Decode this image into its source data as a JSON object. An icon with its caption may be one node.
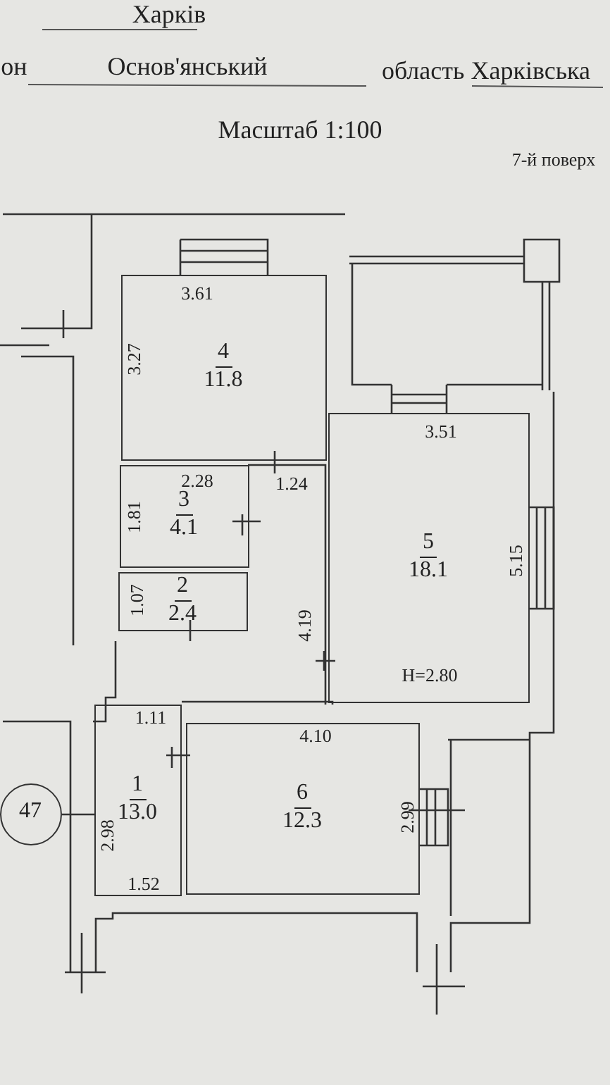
{
  "diagram": {
    "nodes": [
      {
        "text": [
          "4",
          "11.8"
        ]
      },
      {
        "text": [
          "3",
          "4.1"
        ]
      },
      {
        "text": [
          "5",
          "18.1"
        ]
      },
      {
        "text": [
          "2",
          "2.4"
        ]
      },
      {
        "text": [
          "47"
        ]
      },
      {
        "text": [
          "1",
          "13.0"
        ]
      },
      {
        "text": [
          "6",
          "12.3"
        ]
      }
    ],
    "edges": [
      {
        "from": 4,
        "to": 5,
        "arrow": "none"
      }
    ],
    "labels": [
      "Харків",
      "он",
      "Основ'янський",
      "область Харківська",
      "Масштаб 1:100",
      "7-й поверх",
      "3.61",
      "3.27",
      "3.51",
      "2.28",
      "1.24",
      "1.81",
      "5.15",
      "1.07",
      "4.19",
      "H=2.80",
      "1.11",
      "4.10",
      "2.98",
      "2.99",
      "1.52"
    ]
  }
}
